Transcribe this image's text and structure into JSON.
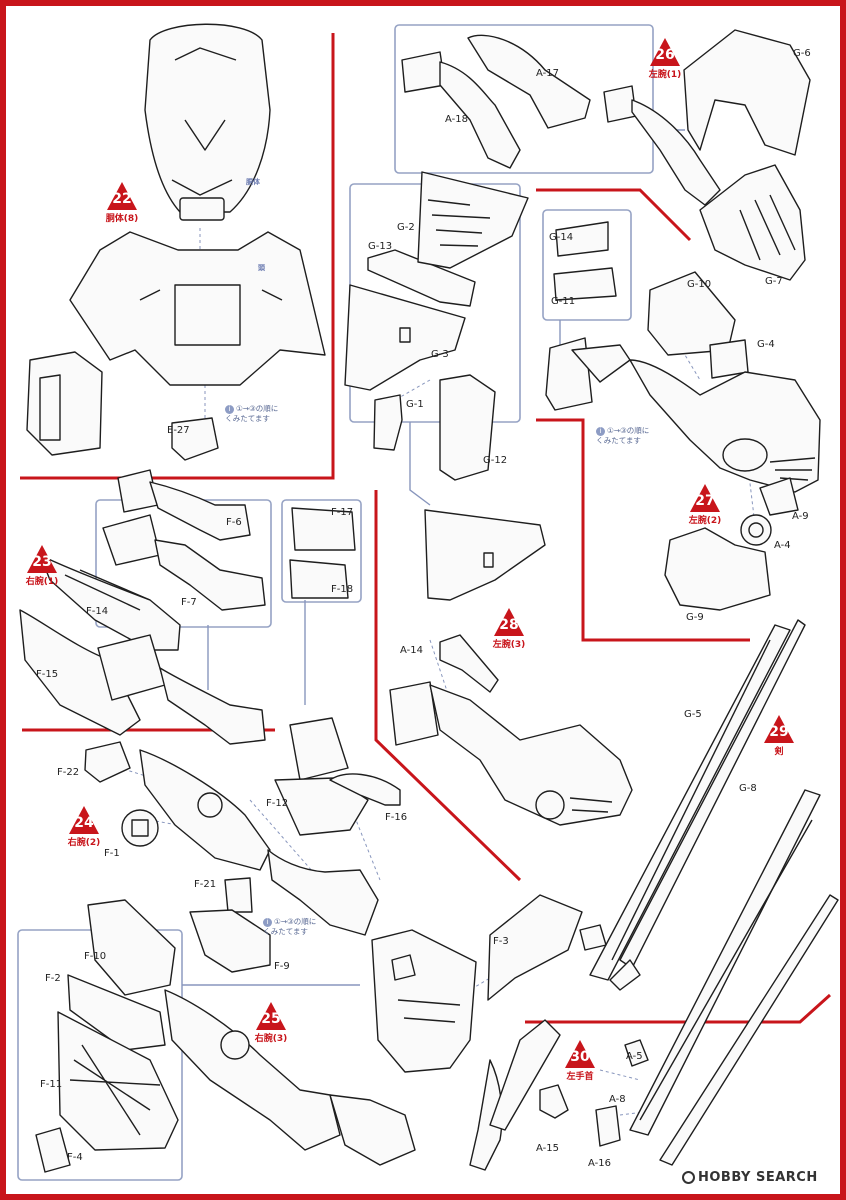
{
  "steps": [
    {
      "number": "22",
      "name": "胴体(8)"
    },
    {
      "number": "23",
      "name": "右腕(1)"
    },
    {
      "number": "24",
      "name": "右腕(2)"
    },
    {
      "number": "25",
      "name": "右腕(3)"
    },
    {
      "number": "26",
      "name": "左腕(1)"
    },
    {
      "number": "27",
      "name": "左腕(2)"
    },
    {
      "number": "28",
      "name": "左腕(3)"
    },
    {
      "number": "29",
      "name": "剣"
    },
    {
      "number": "30",
      "name": "左手首"
    }
  ],
  "labels": [
    "E-27",
    "A-17",
    "A-18",
    "G-6",
    "G-7",
    "G-2",
    "G-13",
    "G-3",
    "G-1",
    "G-12",
    "G-14",
    "G-11",
    "G-10",
    "G-4",
    "A-9",
    "A-4",
    "G-9",
    "F-6",
    "F-7",
    "F-17",
    "F-18",
    "F-14",
    "F-15",
    "A-14",
    "G-5",
    "G-8",
    "F-22",
    "F-12",
    "F-16",
    "F-1",
    "F-21",
    "F-9",
    "F-3",
    "F-10",
    "F-2",
    "F-11",
    "F-4",
    "A-5",
    "A-8",
    "A-15",
    "A-16"
  ],
  "notes": [
    {
      "line1": "①→③の順に",
      "line2": "くみたてます"
    },
    {
      "line1": "①→③の順に",
      "line2": "くみたてます"
    },
    {
      "line1": "①→③の順に",
      "line2": "くみたてます"
    }
  ],
  "refs": [
    "胴体",
    "頭"
  ],
  "watermark": "HOBBY SEARCH",
  "colors": {
    "accent": "#c8151b",
    "guide": "#95a2c4",
    "ink": "#1e1e1e"
  }
}
